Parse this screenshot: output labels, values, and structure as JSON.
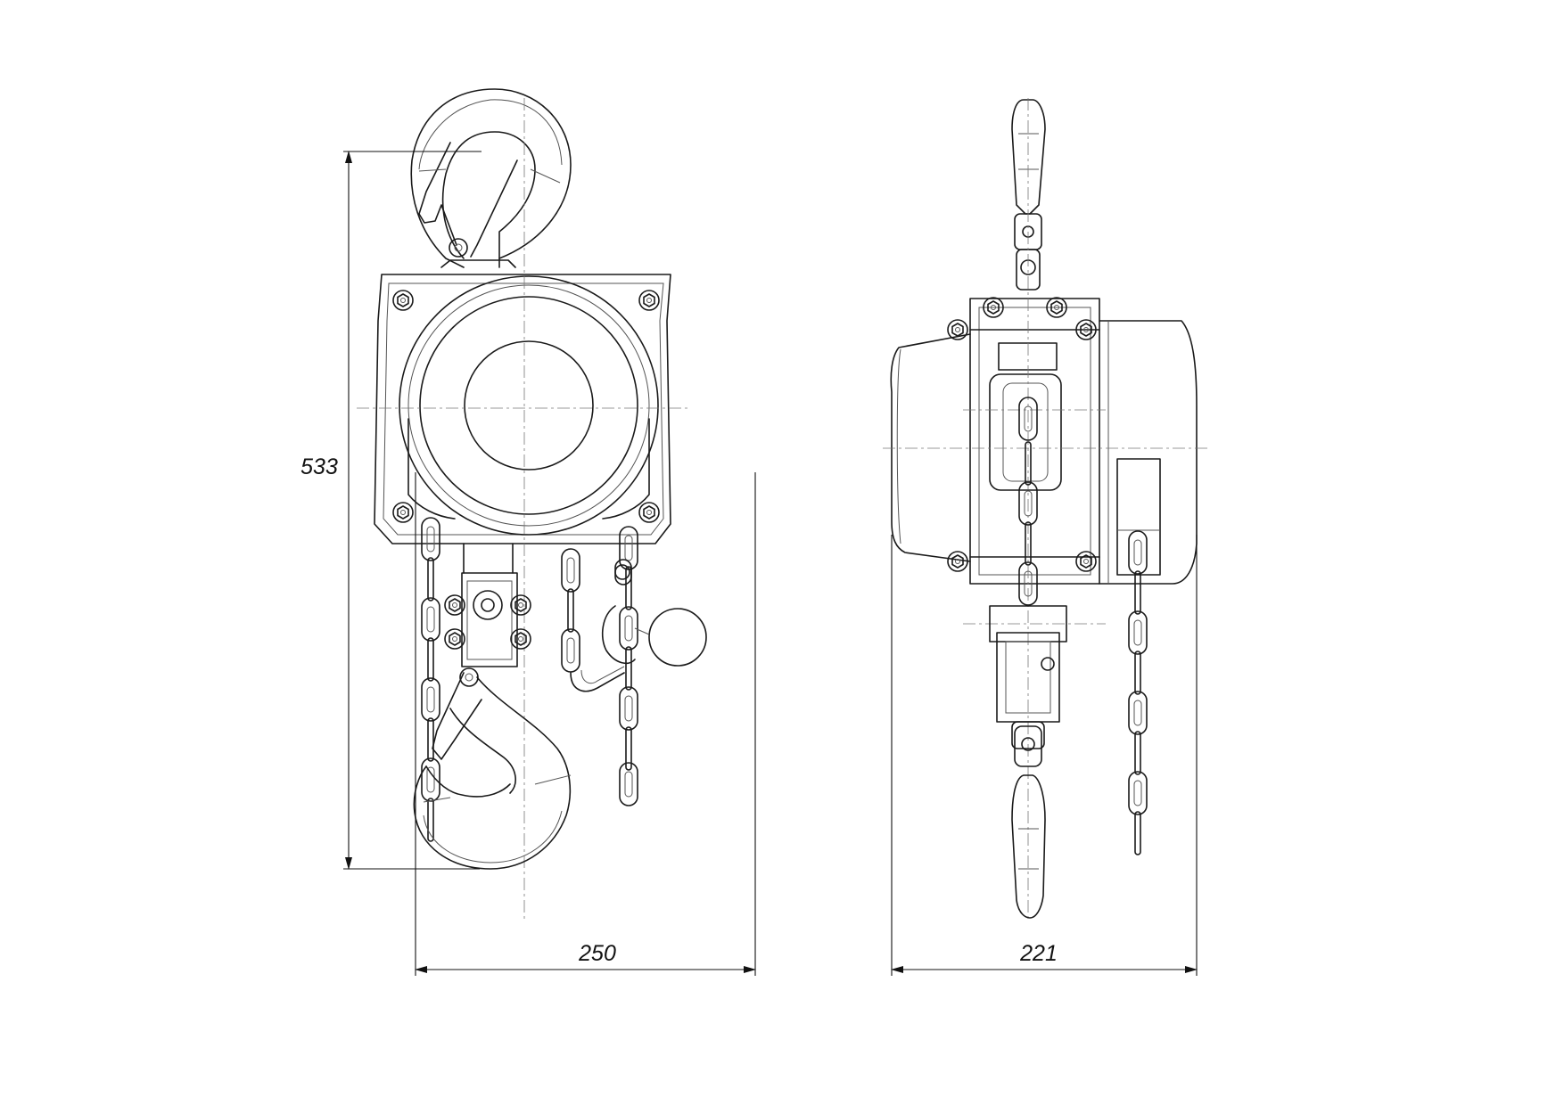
{
  "dimensions": {
    "height": "533",
    "front_width": "250",
    "side_width": "221"
  }
}
